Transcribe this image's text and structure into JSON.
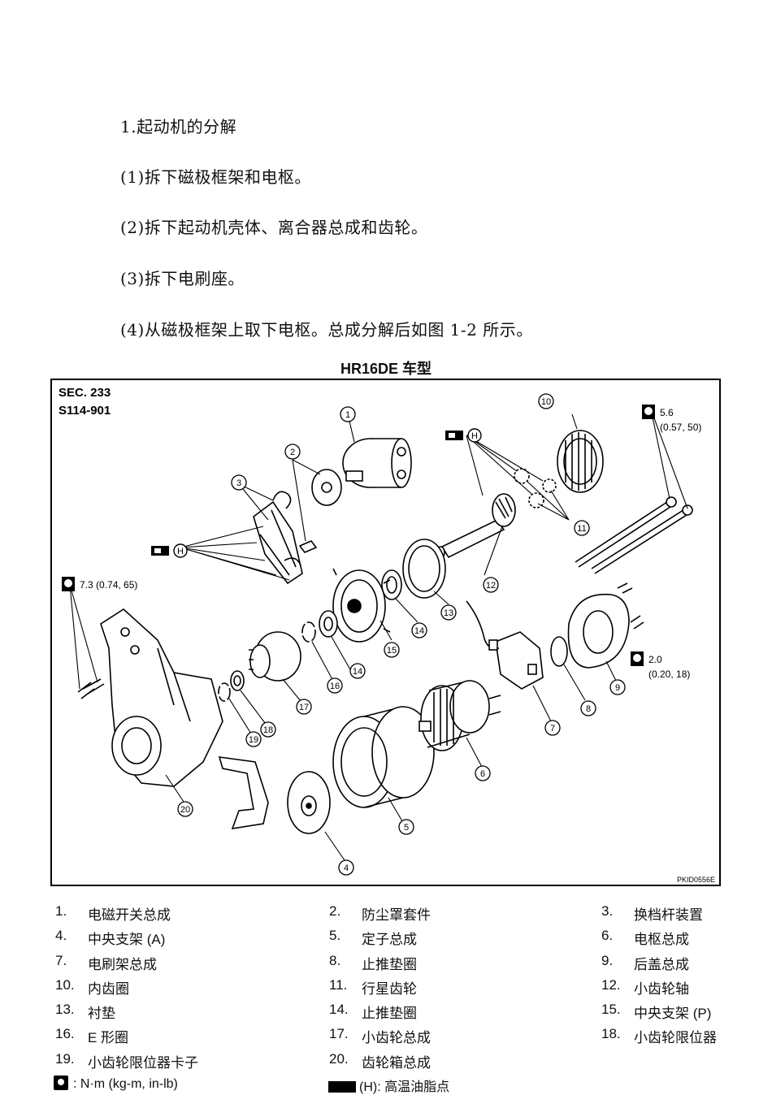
{
  "steps": [
    "1.起动机的分解",
    "(1)拆下磁极框架和电枢。",
    "(2)拆下起动机壳体、离合器总成和齿轮。",
    "(3)拆下电刷座。",
    "(4)从磁极框架上取下电枢。总成分解后如图 1-2 所示。"
  ],
  "diagram": {
    "title": "HR16DE 车型",
    "sec": "SEC. 233",
    "code": "S114-901",
    "ref": "PKID0556E",
    "grease_mark": "H",
    "torques": {
      "t1": "5.6",
      "t1b": "(0.57, 50)",
      "t2": "7.3 (0.74, 65)",
      "t3": "2.0",
      "t3b": "(0.20, 18)"
    },
    "callouts": [
      "1",
      "2",
      "3",
      "4",
      "5",
      "6",
      "7",
      "8",
      "9",
      "10",
      "11",
      "12",
      "13",
      "14",
      "15",
      "16",
      "17",
      "18",
      "19",
      "20"
    ]
  },
  "legend": [
    {
      "num": "1.",
      "text": "电磁开关总成"
    },
    {
      "num": "2.",
      "text": "防尘罩套件"
    },
    {
      "num": "3.",
      "text": "换档杆装置"
    },
    {
      "num": "4.",
      "text": "中央支架 (A)"
    },
    {
      "num": "5.",
      "text": "定子总成"
    },
    {
      "num": "6.",
      "text": "电枢总成"
    },
    {
      "num": "7.",
      "text": "电刷架总成"
    },
    {
      "num": "8.",
      "text": "止推垫圈"
    },
    {
      "num": "9.",
      "text": "后盖总成"
    },
    {
      "num": "10.",
      "text": "内齿圈"
    },
    {
      "num": "11.",
      "text": "行星齿轮"
    },
    {
      "num": "12.",
      "text": "小齿轮轴"
    },
    {
      "num": "13.",
      "text": "衬垫"
    },
    {
      "num": "14.",
      "text": "止推垫圈"
    },
    {
      "num": "15.",
      "text": "中央支架 (P)"
    },
    {
      "num": "16.",
      "text": "E 形圈"
    },
    {
      "num": "17.",
      "text": "小齿轮总成"
    },
    {
      "num": "18.",
      "text": "小齿轮限位器"
    },
    {
      "num": "19.",
      "text": "小齿轮限位器卡子"
    },
    {
      "num": "20.",
      "text": "齿轮箱总成"
    }
  ],
  "keys": {
    "torque_unit": ": N·m (kg-m, in-lb)",
    "grease": "(H): 高温油脂点"
  }
}
